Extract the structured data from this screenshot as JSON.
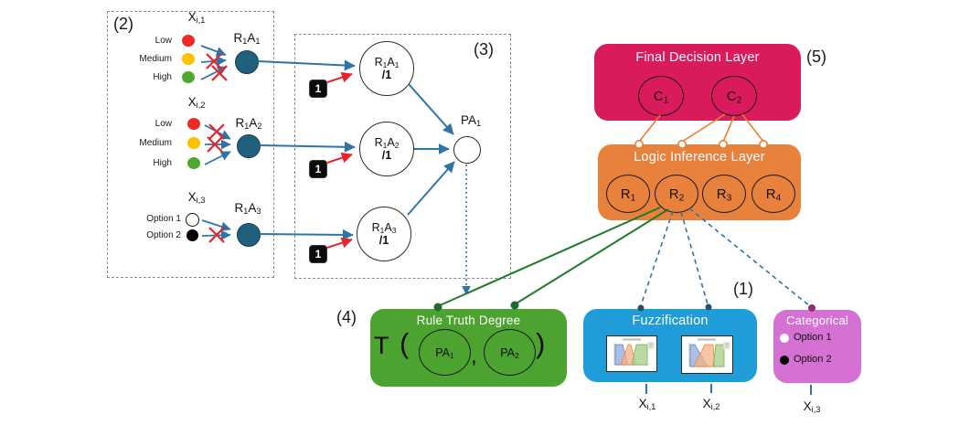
{
  "figure": {
    "panel_labels": {
      "p1": "(1)",
      "p2": "(2)",
      "p3": "(3)",
      "p4": "(4)",
      "p5": "(5)"
    }
  },
  "panel2": {
    "groups": [
      {
        "input": {
          "base": "X",
          "sub": "i,1"
        },
        "node": {
          "b1": "R",
          "s1": "1",
          "b2": "A",
          "s2": "1"
        },
        "options": [
          {
            "label": "Low",
            "color": "#EE2A24",
            "connection_crossed": false
          },
          {
            "label": "Medium",
            "color": "#FFC000",
            "connection_crossed": true
          },
          {
            "label": "High",
            "color": "#4EA72E",
            "connection_crossed": true
          }
        ]
      },
      {
        "input": {
          "base": "X",
          "sub": "i,2"
        },
        "node": {
          "b1": "R",
          "s1": "1",
          "b2": "A",
          "s2": "2"
        },
        "options": [
          {
            "label": "Low",
            "color": "#EE2A24",
            "connection_crossed": true
          },
          {
            "label": "Medium",
            "color": "#FFC000",
            "connection_crossed": true
          },
          {
            "label": "High",
            "color": "#4EA72E",
            "connection_crossed": false
          }
        ]
      },
      {
        "input": {
          "base": "X",
          "sub": "i,3"
        },
        "node": {
          "b1": "R",
          "s1": "1",
          "b2": "A",
          "s2": "3"
        },
        "options": [
          {
            "label": "Option 1",
            "color": "#FFFFFF",
            "connection_crossed": false
          },
          {
            "label": "Option 2",
            "color": "#000000",
            "connection_crossed": true
          }
        ]
      }
    ]
  },
  "panel3": {
    "weight_label": "1",
    "nodes": [
      {
        "b1": "R",
        "s1": "1",
        "b2": "A",
        "s2": "1",
        "den": "/1"
      },
      {
        "b1": "R",
        "s1": "1",
        "b2": "A",
        "s2": "2",
        "den": "/1"
      },
      {
        "b1": "R",
        "s1": "1",
        "b2": "A",
        "s2": "3",
        "den": "/1"
      }
    ],
    "output": {
      "base": "PA",
      "sub": "1"
    }
  },
  "final_layer": {
    "title": "Final Decision Layer",
    "nodes": [
      {
        "base": "C",
        "sub": "1"
      },
      {
        "base": "C",
        "sub": "2"
      }
    ]
  },
  "logic_layer": {
    "title": "Logic Inference Layer",
    "nodes": [
      {
        "base": "R",
        "sub": "1"
      },
      {
        "base": "R",
        "sub": "2"
      },
      {
        "base": "R",
        "sub": "3"
      },
      {
        "base": "R",
        "sub": "4"
      }
    ]
  },
  "rule_truth": {
    "title": "Rule Truth Degree",
    "formula": {
      "op": "T",
      "open": "(",
      "comma": ",",
      "close": ")",
      "args": [
        {
          "base": "PA",
          "sub": "1"
        },
        {
          "base": "PA",
          "sub": "2"
        }
      ]
    }
  },
  "fuzzification": {
    "title": "Fuzzification",
    "inputs": [
      {
        "base": "X",
        "sub": "i,1"
      },
      {
        "base": "X",
        "sub": "i,2"
      }
    ],
    "plot_series_colors": [
      "#8FAADC",
      "#F4B183",
      "#A9D18E"
    ]
  },
  "categorical": {
    "title": "Categorical",
    "options": [
      {
        "label": "Option 1",
        "color": "#FFFFFF"
      },
      {
        "label": "Option 2",
        "color": "#000000"
      }
    ],
    "input": {
      "base": "X",
      "sub": "i,3"
    }
  },
  "colors": {
    "final_layer": "#D91A5C",
    "logic_layer": "#E8813C",
    "rule_truth": "#4DA32F",
    "fuzzification": "#209CD8",
    "categorical": "#D671D4",
    "neuron_fill": "#20607C",
    "arrow_blue": "#2E75A6",
    "cross_red": "#E8232B",
    "green_line": "#1F7A2D",
    "orange_line": "#ED7D31",
    "purple_dot": "#8E2E79"
  }
}
